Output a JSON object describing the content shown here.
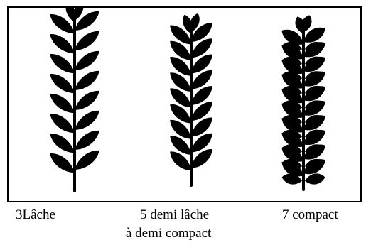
{
  "figure": {
    "panels": [
      {
        "id": "loose",
        "score": 3,
        "label": "3Lâche",
        "label_line2": ""
      },
      {
        "id": "semi",
        "score": 5,
        "label": "5 demi lâche",
        "label_line2": "à demi compact"
      },
      {
        "id": "compact",
        "score": 7,
        "label": "7 compact",
        "label_line2": ""
      }
    ],
    "ink_color": "#000000",
    "background_color": "#ffffff"
  }
}
